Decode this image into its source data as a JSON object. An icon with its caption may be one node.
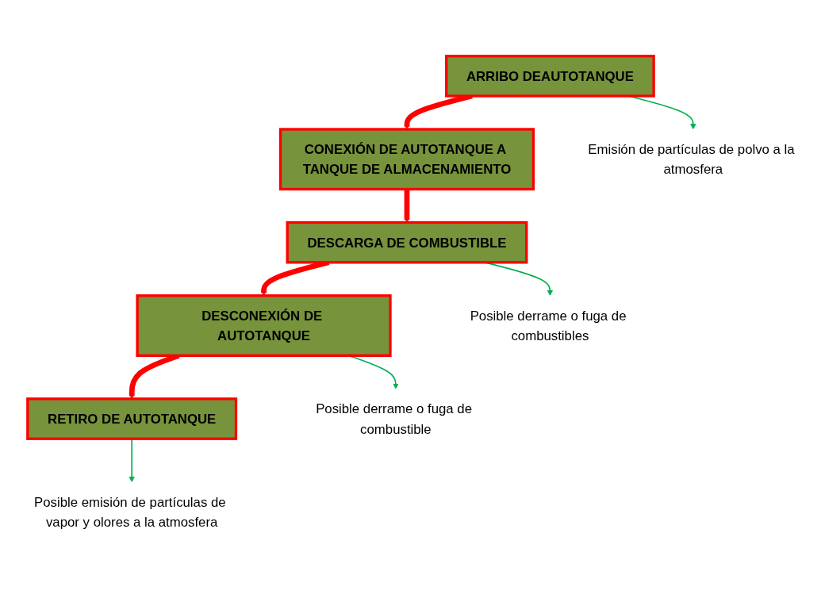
{
  "diagram": {
    "nodes": [
      {
        "text": [
          "ARRIBO DEAUTOTANQUE"
        ]
      },
      {
        "text": [
          "CONEXIÓN DE AUTOTANQUE A TANQUE DE ALMACENAMIENTO"
        ]
      },
      {
        "text": [
          "DESCARGA DE COMBUSTIBLE"
        ]
      },
      {
        "text": [
          "DESCONEXIÓN DE AUTOTANQUE"
        ]
      },
      {
        "text": [
          "RETIRO DE AUTOTANQUE"
        ]
      },
      {
        "text": [
          "Emisión de partículas de polvo a la atmosfera"
        ]
      },
      {
        "text": [
          "Posible derrame o fuga de combustibles"
        ]
      },
      {
        "text": [
          "Posible derrame o fuga de combustible"
        ]
      },
      {
        "text": [
          "Posible emisión de partículas de vapor y olores a la atmosfera"
        ]
      }
    ],
    "edges": [
      {
        "from": 0,
        "to": 1,
        "arrow": "to",
        "style": "thick"
      },
      {
        "from": 1,
        "to": 2,
        "arrow": "to",
        "style": "thick"
      },
      {
        "from": 2,
        "to": 3,
        "arrow": "to",
        "style": "thick"
      },
      {
        "from": 3,
        "to": 4,
        "arrow": "to",
        "style": "thick"
      },
      {
        "from": 0,
        "to": 5,
        "arrow": "to",
        "color": "#00b050"
      },
      {
        "from": 2,
        "to": 6,
        "arrow": "to",
        "color": "#00b050"
      },
      {
        "from": 3,
        "to": 7,
        "arrow": "to",
        "color": "#00b050"
      },
      {
        "from": 4,
        "to": 8,
        "arrow": "to",
        "color": "#00b050"
      }
    ]
  }
}
